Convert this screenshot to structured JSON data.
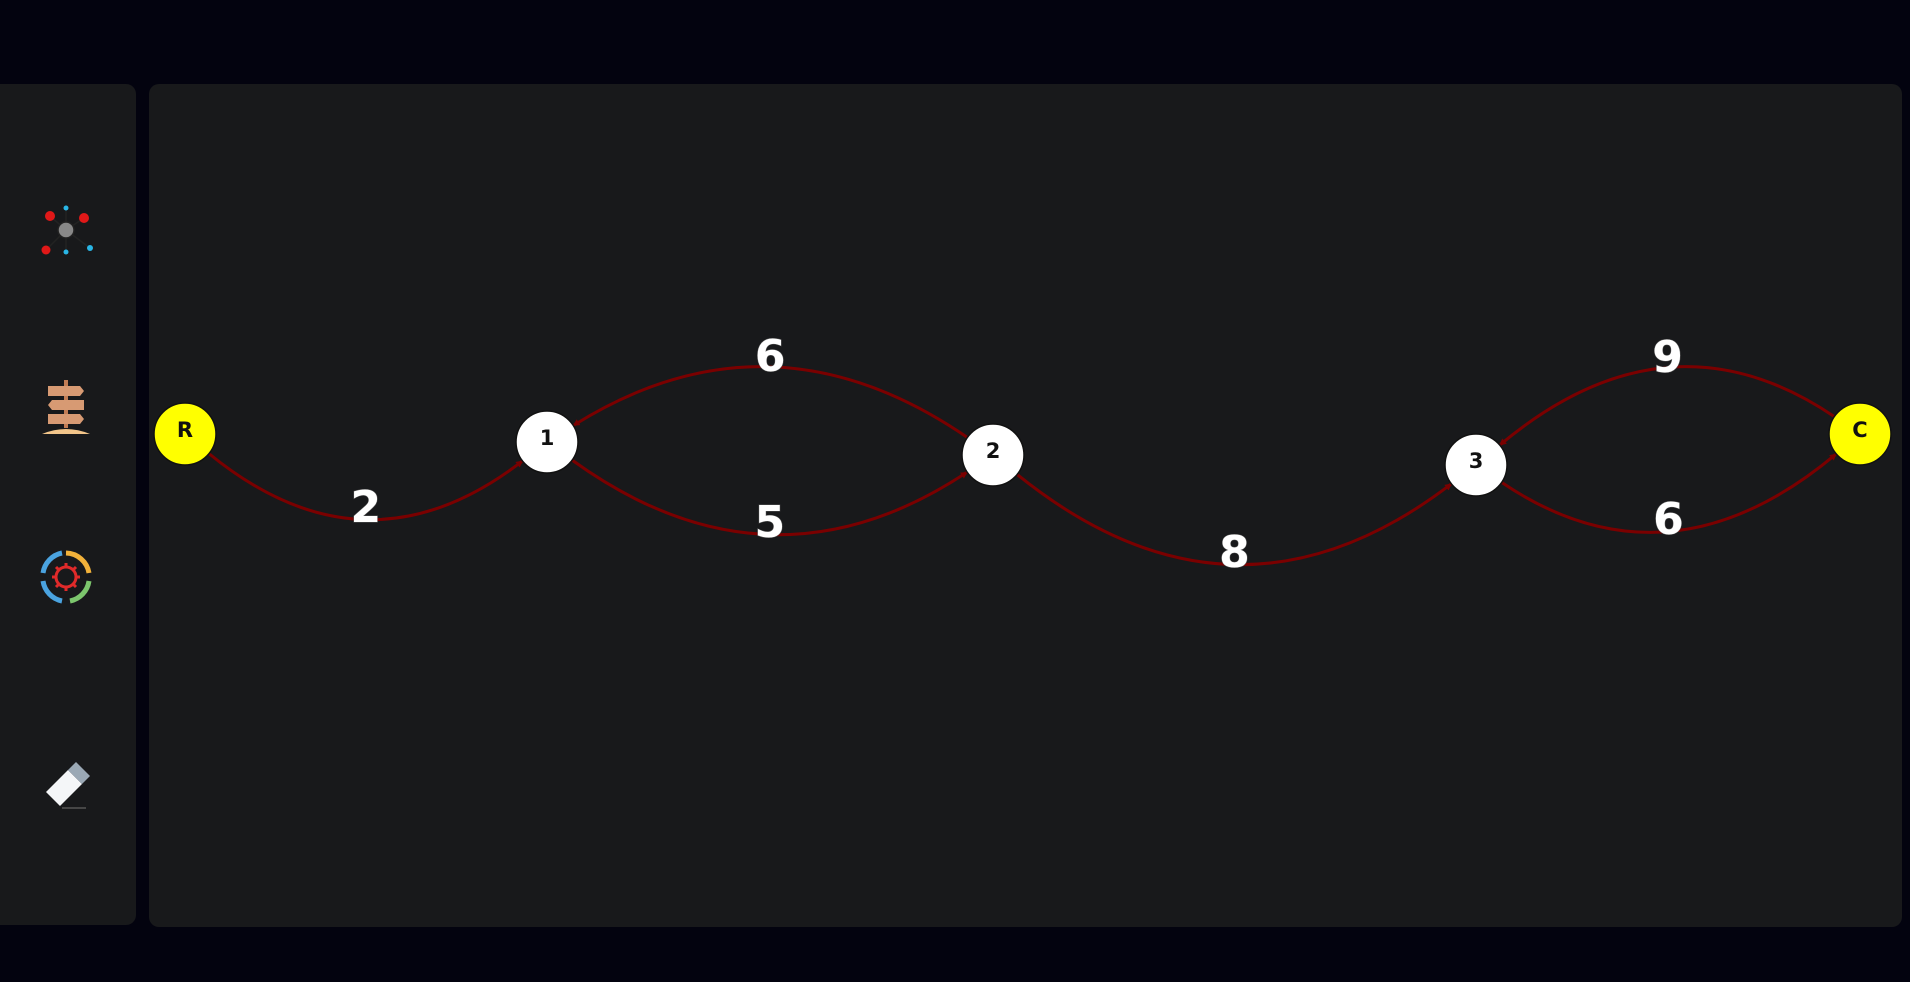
{
  "toolbar": {
    "tools": [
      {
        "name": "graph-tool",
        "icon": "graph-network-icon"
      },
      {
        "name": "signpost-tool",
        "icon": "signpost-icon"
      },
      {
        "name": "algorithm-tool",
        "icon": "cycle-gear-icon"
      },
      {
        "name": "eraser-tool",
        "icon": "eraser-icon"
      }
    ]
  },
  "colors": {
    "background": "#03030f",
    "panel": "#18191b",
    "edge": "#7a0000",
    "terminal_node": "#ffff00",
    "node": "#ffffff"
  },
  "graph": {
    "nodes": [
      {
        "id": "R",
        "label": "R",
        "kind": "terminal"
      },
      {
        "id": "1",
        "label": "1",
        "kind": "normal"
      },
      {
        "id": "2",
        "label": "2",
        "kind": "normal"
      },
      {
        "id": "3",
        "label": "3",
        "kind": "normal"
      },
      {
        "id": "C",
        "label": "C",
        "kind": "terminal"
      }
    ],
    "edges": [
      {
        "from": "R",
        "to": "1",
        "weight": "2"
      },
      {
        "from": "1",
        "to": "2",
        "weight": "5"
      },
      {
        "from": "2",
        "to": "1",
        "weight": "6"
      },
      {
        "from": "2",
        "to": "3",
        "weight": "8"
      },
      {
        "from": "3",
        "to": "C",
        "weight": "6"
      },
      {
        "from": "C",
        "to": "3",
        "weight": "9"
      }
    ]
  }
}
